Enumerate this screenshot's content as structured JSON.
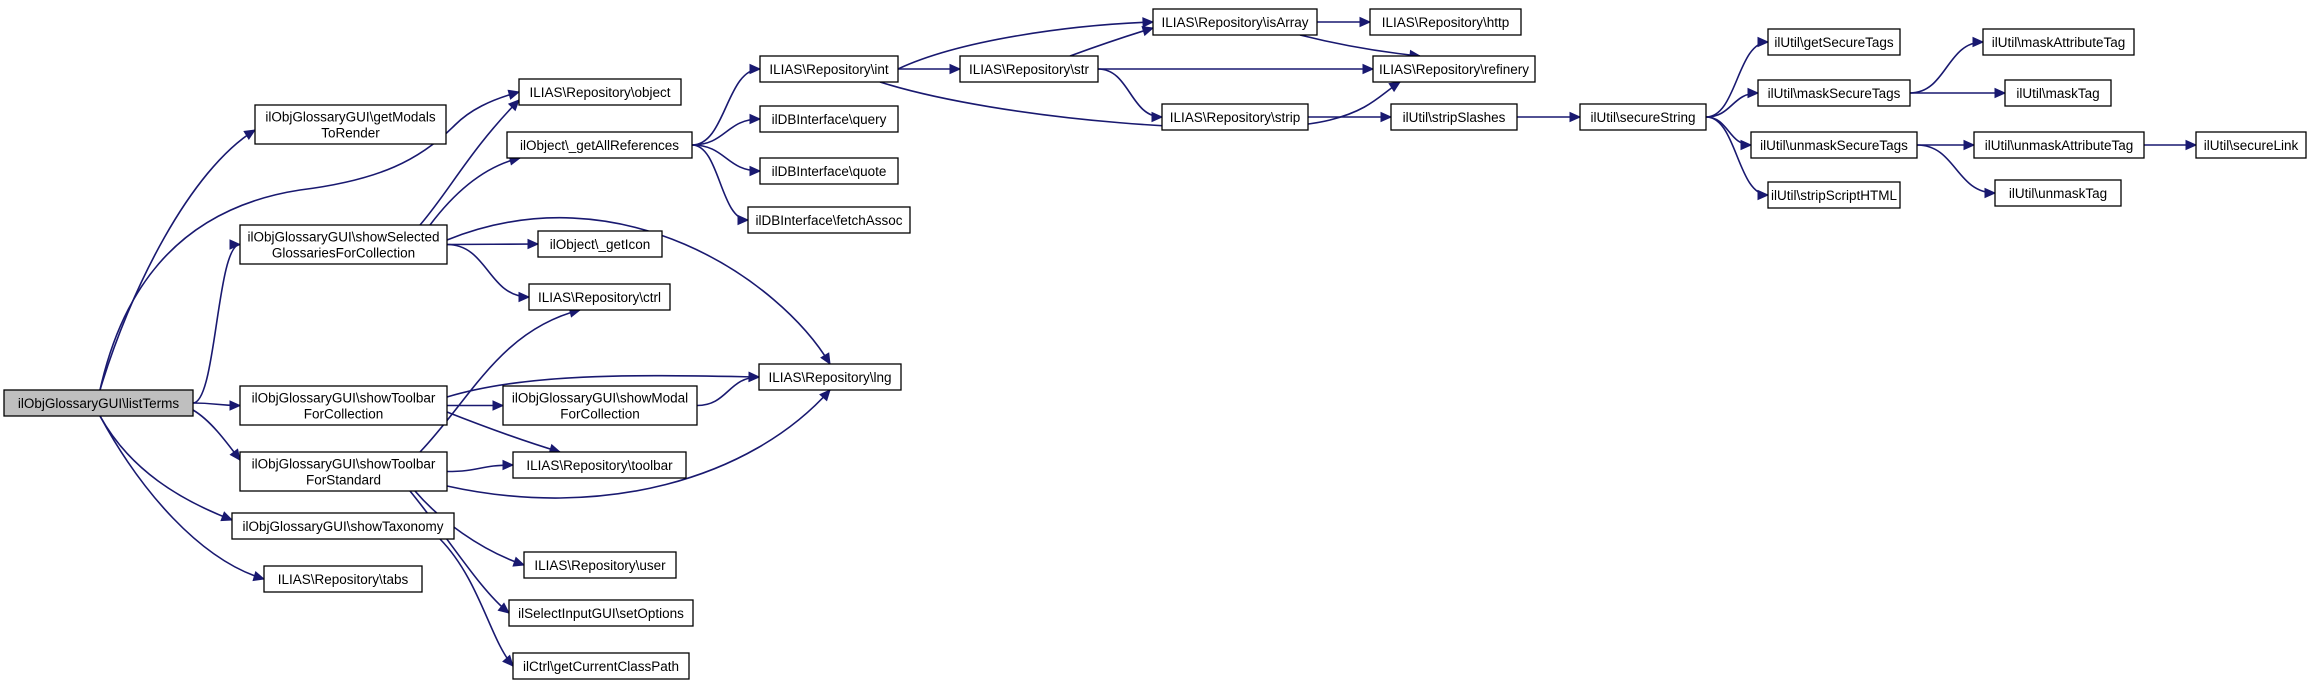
{
  "diagram": {
    "type": "call-graph",
    "edge_color": "#191970",
    "root_fill": "#bfbfbf",
    "nodes": [
      {
        "id": "listTerms",
        "lines": [
          "ilObjGlossaryGUI\\listTerms"
        ],
        "root": true
      },
      {
        "id": "getModals",
        "lines": [
          "ilObjGlossaryGUI\\getModals",
          "ToRender"
        ]
      },
      {
        "id": "showSelected",
        "lines": [
          "ilObjGlossaryGUI\\showSelected",
          "GlossariesForCollection"
        ]
      },
      {
        "id": "tbCollection",
        "lines": [
          "ilObjGlossaryGUI\\showToolbar",
          "ForCollection"
        ]
      },
      {
        "id": "tbStandard",
        "lines": [
          "ilObjGlossaryGUI\\showToolbar",
          "ForStandard"
        ]
      },
      {
        "id": "showTaxonomy",
        "lines": [
          "ilObjGlossaryGUI\\showTaxonomy"
        ]
      },
      {
        "id": "tabs",
        "lines": [
          "ILIAS\\Repository\\tabs"
        ]
      },
      {
        "id": "object",
        "lines": [
          "ILIAS\\Repository\\object"
        ]
      },
      {
        "id": "getAllRefs",
        "lines": [
          "ilObject\\_getAllReferences"
        ]
      },
      {
        "id": "getIcon",
        "lines": [
          "ilObject\\_getIcon"
        ]
      },
      {
        "id": "ctrl",
        "lines": [
          "ILIAS\\Repository\\ctrl"
        ]
      },
      {
        "id": "showModal",
        "lines": [
          "ilObjGlossaryGUI\\showModal",
          "ForCollection"
        ]
      },
      {
        "id": "toolbar",
        "lines": [
          "ILIAS\\Repository\\toolbar"
        ]
      },
      {
        "id": "user",
        "lines": [
          "ILIAS\\Repository\\user"
        ]
      },
      {
        "id": "setOptions",
        "lines": [
          "ilSelectInputGUI\\setOptions"
        ]
      },
      {
        "id": "getCurrentClassPath",
        "lines": [
          "ilCtrl\\getCurrentClassPath"
        ]
      },
      {
        "id": "int",
        "lines": [
          "ILIAS\\Repository\\int"
        ]
      },
      {
        "id": "query",
        "lines": [
          "ilDBInterface\\query"
        ]
      },
      {
        "id": "quote",
        "lines": [
          "ilDBInterface\\quote"
        ]
      },
      {
        "id": "fetchAssoc",
        "lines": [
          "ilDBInterface\\fetchAssoc"
        ]
      },
      {
        "id": "lng",
        "lines": [
          "ILIAS\\Repository\\lng"
        ]
      },
      {
        "id": "str",
        "lines": [
          "ILIAS\\Repository\\str"
        ]
      },
      {
        "id": "isArray",
        "lines": [
          "ILIAS\\Repository\\isArray"
        ]
      },
      {
        "id": "strip",
        "lines": [
          "ILIAS\\Repository\\strip"
        ]
      },
      {
        "id": "http",
        "lines": [
          "ILIAS\\Repository\\http"
        ]
      },
      {
        "id": "refinery",
        "lines": [
          "ILIAS\\Repository\\refinery"
        ]
      },
      {
        "id": "stripSlashes",
        "lines": [
          "ilUtil\\stripSlashes"
        ]
      },
      {
        "id": "secureString",
        "lines": [
          "ilUtil\\secureString"
        ]
      },
      {
        "id": "getSecureTags",
        "lines": [
          "ilUtil\\getSecureTags"
        ]
      },
      {
        "id": "maskSecureTags",
        "lines": [
          "ilUtil\\maskSecureTags"
        ]
      },
      {
        "id": "unmaskSecureTags",
        "lines": [
          "ilUtil\\unmaskSecureTags"
        ]
      },
      {
        "id": "stripScriptHTML",
        "lines": [
          "ilUtil\\stripScriptHTML"
        ]
      },
      {
        "id": "maskAttributeTag",
        "lines": [
          "ilUtil\\maskAttributeTag"
        ]
      },
      {
        "id": "maskTag",
        "lines": [
          "ilUtil\\maskTag"
        ]
      },
      {
        "id": "unmaskAttributeTag",
        "lines": [
          "ilUtil\\unmaskAttributeTag"
        ]
      },
      {
        "id": "unmaskTag",
        "lines": [
          "ilUtil\\unmaskTag"
        ]
      },
      {
        "id": "secureLink",
        "lines": [
          "ilUtil\\secureLink"
        ]
      }
    ],
    "edges": [
      [
        "listTerms",
        "getModals"
      ],
      [
        "listTerms",
        "object"
      ],
      [
        "listTerms",
        "showSelected"
      ],
      [
        "listTerms",
        "tbCollection"
      ],
      [
        "listTerms",
        "tbStandard"
      ],
      [
        "listTerms",
        "showTaxonomy"
      ],
      [
        "listTerms",
        "tabs"
      ],
      [
        "showSelected",
        "object"
      ],
      [
        "showSelected",
        "getAllRefs"
      ],
      [
        "showSelected",
        "getIcon"
      ],
      [
        "showSelected",
        "ctrl"
      ],
      [
        "showSelected",
        "lng"
      ],
      [
        "tbCollection",
        "lng"
      ],
      [
        "tbCollection",
        "showModal"
      ],
      [
        "tbCollection",
        "toolbar"
      ],
      [
        "tbStandard",
        "ctrl"
      ],
      [
        "tbStandard",
        "toolbar"
      ],
      [
        "tbStandard",
        "lng"
      ],
      [
        "tbStandard",
        "user"
      ],
      [
        "tbStandard",
        "setOptions"
      ],
      [
        "showTaxonomy",
        "getCurrentClassPath"
      ],
      [
        "showModal",
        "lng"
      ],
      [
        "getAllRefs",
        "int"
      ],
      [
        "getAllRefs",
        "query"
      ],
      [
        "getAllRefs",
        "quote"
      ],
      [
        "getAllRefs",
        "fetchAssoc"
      ],
      [
        "int",
        "isArray"
      ],
      [
        "int",
        "str"
      ],
      [
        "int",
        "refinery"
      ],
      [
        "str",
        "isArray"
      ],
      [
        "str",
        "refinery"
      ],
      [
        "str",
        "strip"
      ],
      [
        "isArray",
        "http"
      ],
      [
        "isArray",
        "refinery"
      ],
      [
        "strip",
        "stripSlashes"
      ],
      [
        "stripSlashes",
        "secureString"
      ],
      [
        "secureString",
        "getSecureTags"
      ],
      [
        "secureString",
        "maskSecureTags"
      ],
      [
        "secureString",
        "unmaskSecureTags"
      ],
      [
        "secureString",
        "stripScriptHTML"
      ],
      [
        "maskSecureTags",
        "maskAttributeTag"
      ],
      [
        "maskSecureTags",
        "maskTag"
      ],
      [
        "unmaskSecureTags",
        "unmaskAttributeTag"
      ],
      [
        "unmaskSecureTags",
        "unmaskTag"
      ],
      [
        "unmaskAttributeTag",
        "secureLink"
      ]
    ]
  }
}
